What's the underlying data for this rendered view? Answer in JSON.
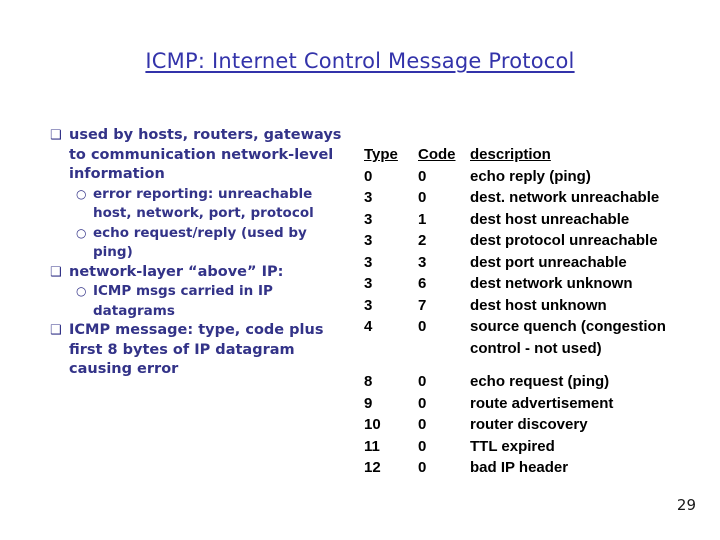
{
  "slide": {
    "title": "ICMP: Internet Control Message Protocol",
    "page_number": "29",
    "title_color": "#3333AA",
    "body_color": "#333388",
    "table_color": "#000000",
    "background_color": "#ffffff"
  },
  "bullets": [
    {
      "level": 1,
      "glyph": "square-bullet-icon",
      "glyph_char": "❑",
      "text": "used by hosts, routers, gateways to communication network-level information"
    },
    {
      "level": 2,
      "glyph": "circle-bullet-icon",
      "glyph_char": "○",
      "text": "error reporting: unreachable host, network, port, protocol"
    },
    {
      "level": 2,
      "glyph": "circle-bullet-icon",
      "glyph_char": "○",
      "text": "echo request/reply (used by ping)"
    },
    {
      "level": 1,
      "glyph": "square-bullet-icon",
      "glyph_char": "❑",
      "text": "network-layer “above” IP:"
    },
    {
      "level": 2,
      "glyph": "circle-bullet-icon",
      "glyph_char": "○",
      "text": "ICMP msgs carried in IP datagrams"
    },
    {
      "level": 1,
      "glyph": "square-bullet-icon",
      "glyph_char": "❑",
      "text": "ICMP message: type, code plus first 8 bytes of IP datagram causing error"
    }
  ],
  "table": {
    "headers": {
      "type": "Type",
      "code": "Code",
      "description": "description"
    },
    "rows": [
      {
        "type": "0",
        "code": "0",
        "description": "echo reply (ping)"
      },
      {
        "type": "3",
        "code": "0",
        "description": "dest. network unreachable"
      },
      {
        "type": "3",
        "code": "1",
        "description": "dest host unreachable"
      },
      {
        "type": "3",
        "code": "2",
        "description": "dest protocol unreachable"
      },
      {
        "type": "3",
        "code": "3",
        "description": "dest port unreachable"
      },
      {
        "type": "3",
        "code": "6",
        "description": "dest network unknown"
      },
      {
        "type": "3",
        "code": "7",
        "description": "dest host unknown"
      },
      {
        "type": "4",
        "code": "0",
        "description": "source quench (congestion"
      },
      {
        "type": "",
        "code": "",
        "description": "control - not used)"
      },
      {
        "type": "",
        "code": "",
        "description": "",
        "spacer": true
      },
      {
        "type": "8",
        "code": "0",
        "description": "echo request (ping)"
      },
      {
        "type": "9",
        "code": "0",
        "description": "route advertisement"
      },
      {
        "type": "10",
        "code": "0",
        "description": "router discovery"
      },
      {
        "type": "11",
        "code": "0",
        "description": "TTL expired"
      },
      {
        "type": "12",
        "code": "0",
        "description": "bad IP header"
      }
    ]
  }
}
